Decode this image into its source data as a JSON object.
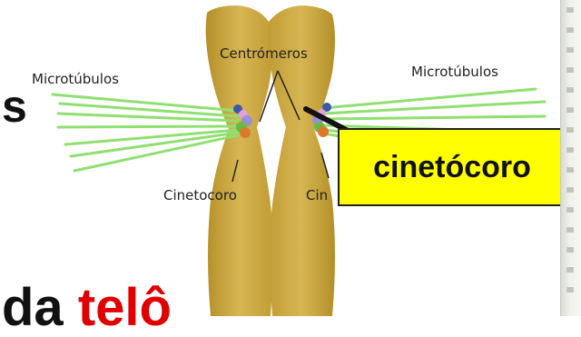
{
  "diagram": {
    "labels": {
      "centromeros": "Centrómeros",
      "microtubulos_left": "Microtúbulos",
      "microtubulos_right": "Microtúbulos",
      "cinetocoro_left": "Cinetocoro",
      "cinetocoro_right_partial": "Cin"
    },
    "colors": {
      "chromosome": "#c9a53a",
      "microtubule": "#8fe070",
      "callout_bg": "#ffff00"
    }
  },
  "slide": {
    "partial_letter": "s",
    "bottom_text_dark": "da",
    "bottom_text_red": "telô",
    "callout_text": "cinetócoro"
  }
}
